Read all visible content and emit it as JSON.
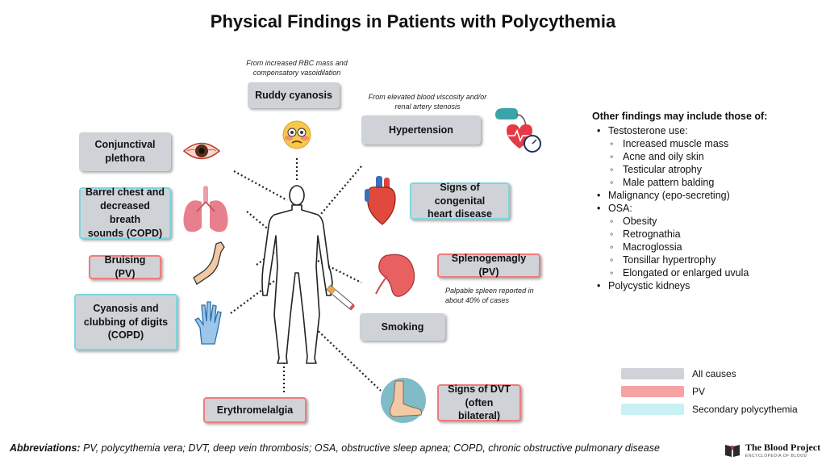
{
  "title": "Physical Findings in Patients with Polycythemia",
  "colors": {
    "all_causes": "#cfd3d8",
    "pv": "#f07b7b",
    "secondary": "#7fd6df"
  },
  "findings": {
    "ruddy_cyanosis": {
      "label": "Ruddy cyanosis",
      "note_1": "From increased RBC mass and",
      "note_2": "compensatory vasoidilation"
    },
    "hypertension": {
      "label": "Hypertension",
      "note_1": "From elevated blood viscosity and/or",
      "note_2": "renal artery stenosis"
    },
    "conjunctival": {
      "line1": "Conjunctival",
      "line2": "plethora"
    },
    "barrel_chest": {
      "line1": "Barrel chest and",
      "line2": "decreased breath",
      "line3": "sounds (COPD)"
    },
    "bruising": {
      "label": "Bruising (PV)"
    },
    "cyanosis_clubbing": {
      "line1": "Cyanosis and",
      "line2": "clubbing of digits",
      "line3": "(COPD)"
    },
    "erythromelalgia": {
      "label": "Erythromelalgia"
    },
    "congenital": {
      "line1": "Signs of congenital",
      "line2": "heart disease"
    },
    "splenomegaly": {
      "label": "Splenogemagly (PV)",
      "note_1": "Palpable spleen reported in",
      "note_2": "about 40% of cases"
    },
    "smoking": {
      "label": "Smoking"
    },
    "dvt": {
      "line1": "Signs of DVT",
      "line2": "(often bilateral)"
    }
  },
  "other_findings": {
    "heading": "Other findings may include those of:",
    "testosterone": {
      "label": "Testosterone use:",
      "items": [
        "Increased muscle mass",
        "Acne and oily skin",
        "Testicular atrophy",
        "Male pattern balding"
      ]
    },
    "malignancy": "Malignancy (epo-secreting)",
    "osa": {
      "label": "OSA:",
      "items": [
        "Obesity",
        "Retrognathia",
        "Macroglossia",
        "Tonsillar hypertrophy",
        "Elongated or enlarged uvula"
      ]
    },
    "polycystic": "Polycystic kidneys"
  },
  "legend": {
    "all": "All causes",
    "pv": "PV",
    "secondary": "Secondary polycythemia"
  },
  "abbreviations": {
    "label": "Abbreviations:",
    "text": " PV, polycythemia vera; DVT, deep vein thrombosis; OSA, obstructive sleep apnea; COPD, chronic obstructive pulmonary disease"
  },
  "brand": {
    "name": "The Blood Project",
    "sub": "ENCYCLOPEDIA OF BLOOD"
  }
}
